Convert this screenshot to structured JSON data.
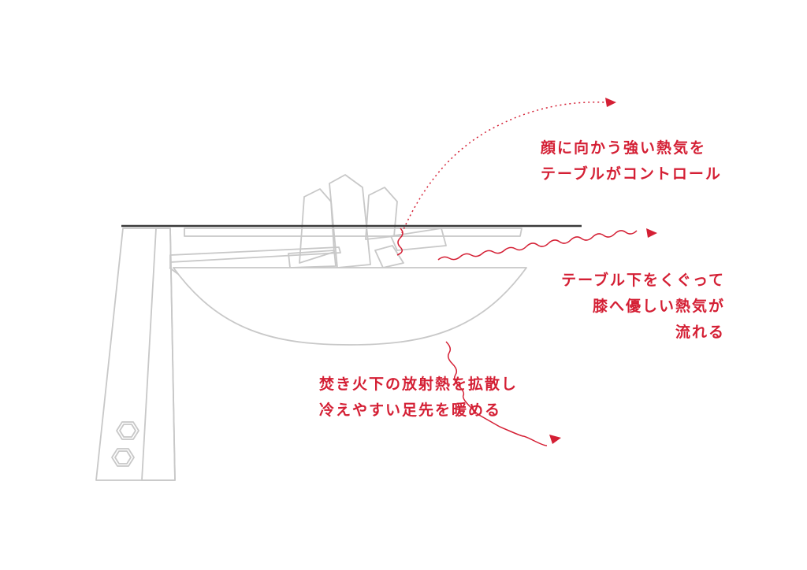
{
  "colors": {
    "line": "#c8c8c8",
    "table_top": "#3a3a3a",
    "accent": "#d41f34"
  },
  "annotations": {
    "top": [
      "顔に向かう強い熱気を",
      "テーブルがコントロール"
    ],
    "middle": [
      "テーブル下をくぐって",
      "膝へ優しい熱気が",
      "流れる"
    ],
    "bottom": [
      "焚き火下の放射熱を拡散し",
      "冷えやすい足先を暖める"
    ]
  },
  "icons": [
    "hex-bolt-icon",
    "arrow-head-icon"
  ]
}
